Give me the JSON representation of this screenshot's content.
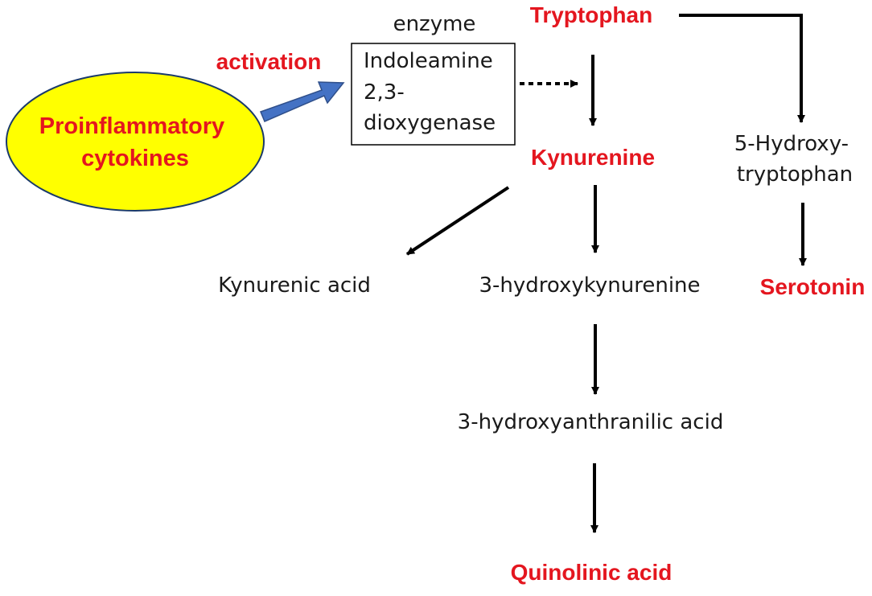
{
  "colors": {
    "highlight": "#e4161f",
    "ellipse_fill": "#ffff00",
    "ellipse_stroke": "#1a3a6b",
    "activation_arrow": "#4472c4",
    "line": "#000000"
  },
  "labels": {
    "enzyme": "enzyme",
    "enzyme_name": [
      "Indoleamine",
      "2,3-",
      "dioxygenase"
    ],
    "activation": "activation",
    "cytokines": [
      "Proinflammatory",
      "cytokines"
    ],
    "tryptophan": "Tryptophan",
    "kynurenine": "Kynurenine",
    "hydroxytryptophan": [
      "5-Hydroxy-",
      "tryptophan"
    ],
    "serotonin": "Serotonin",
    "kynurenic_acid": "Kynurenic acid",
    "hydroxykynurenine": "3-hydroxykynurenine",
    "hydroxyanthranilic_acid": "3-hydroxyanthranilic acid",
    "quinolinic_acid": "Quinolinic acid"
  }
}
